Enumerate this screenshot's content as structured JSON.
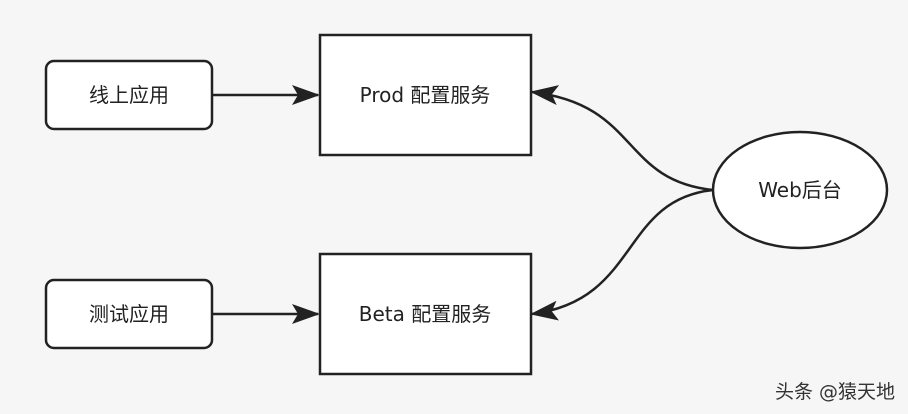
{
  "diagram": {
    "nodes": {
      "online_app": {
        "label": "线上应用"
      },
      "test_app": {
        "label": "测试应用"
      },
      "prod_config": {
        "label": "Prod 配置服务"
      },
      "beta_config": {
        "label": "Beta 配置服务"
      },
      "web_admin": {
        "label": "Web后台"
      }
    },
    "edges": [
      {
        "from": "online_app",
        "to": "prod_config"
      },
      {
        "from": "test_app",
        "to": "beta_config"
      },
      {
        "from": "web_admin",
        "to": "prod_config"
      },
      {
        "from": "web_admin",
        "to": "beta_config"
      }
    ]
  },
  "watermark": {
    "text": "头条 @猿天地"
  },
  "colors": {
    "background": "#f6f6f6",
    "stroke": "#222222",
    "fill": "#ffffff"
  }
}
